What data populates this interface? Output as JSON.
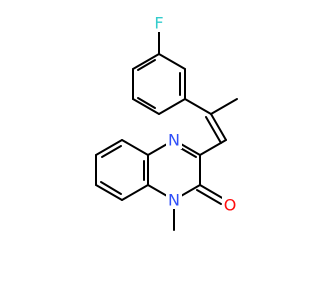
{
  "molecule": {
    "atoms": {
      "fluorine": {
        "symbol": "F",
        "color": "#33cccc"
      },
      "quinoxaline_n4": {
        "symbol": "N",
        "color": "#3050f8"
      },
      "quinoxaline_n1": {
        "symbol": "N",
        "color": "#3050f8"
      },
      "carbonyl_o": {
        "symbol": "O",
        "color": "#ff0d0d"
      }
    },
    "bond_color": "#000000"
  }
}
